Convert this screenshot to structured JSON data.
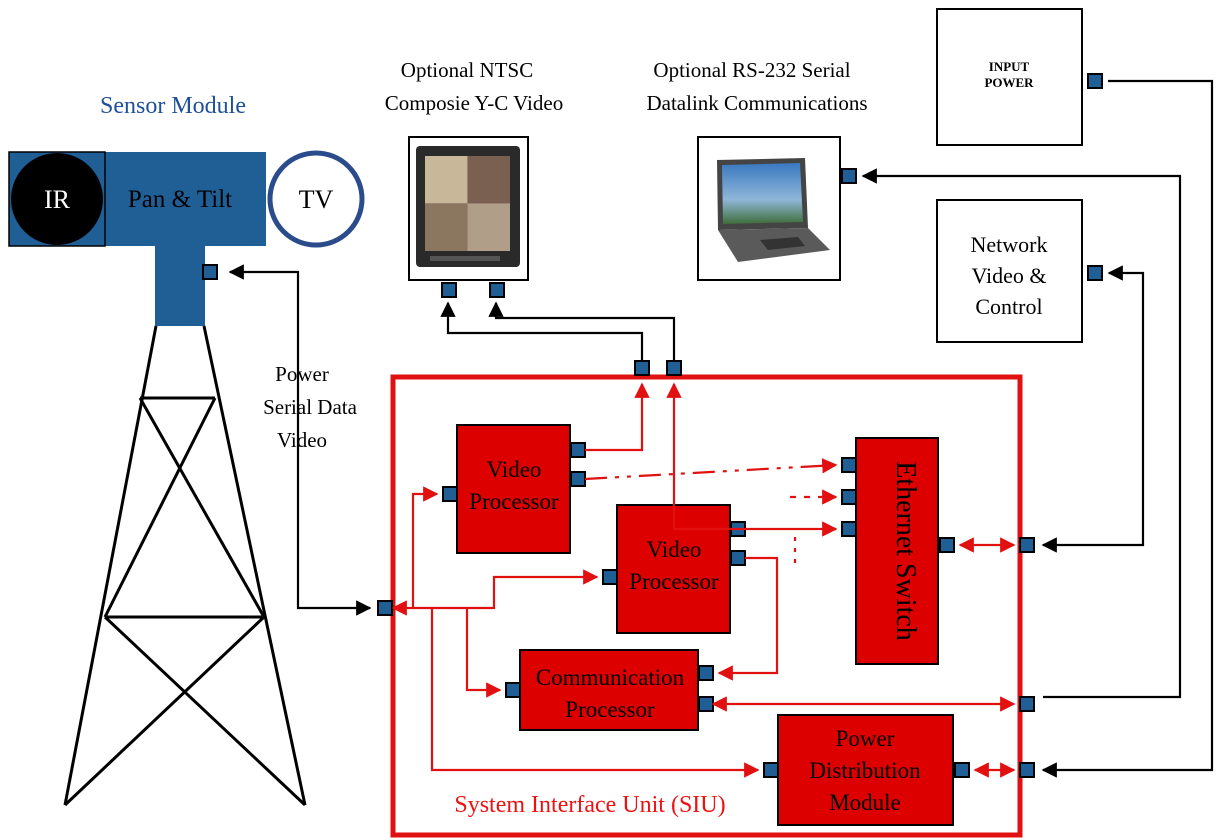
{
  "sensor_module": {
    "title": "Sensor Module",
    "ir": "IR",
    "pan_tilt": "Pan & Tilt",
    "tv": "TV"
  },
  "cable": {
    "line1": "Power",
    "line2": "Serial Data",
    "line3": "Video"
  },
  "monitor": {
    "line1": "Optional NTSC",
    "line2": "Composie Y-C Video"
  },
  "laptop": {
    "line1": "Optional RS-232 Serial",
    "line2": "Datalink Communications"
  },
  "input_power": {
    "line1": "INPUT",
    "line2": "POWER"
  },
  "network": {
    "line1": "Network",
    "line2": "Video &",
    "line3": "Control"
  },
  "siu": {
    "title": "System Interface Unit (SIU)",
    "video_proc_1": {
      "line1": "Video",
      "line2": "Processor"
    },
    "video_proc_2": {
      "line1": "Video",
      "line2": "Processor"
    },
    "comm_proc": {
      "line1": "Communication",
      "line2": "Processor"
    },
    "power_dist": {
      "line1": "Power",
      "line2": "Distribution",
      "line3": "Module"
    },
    "ethernet": "Ethernet Switch"
  },
  "colors": {
    "sensor_blue": "#1f5f96",
    "siu_red": "#e11111",
    "block_red": "#dd0000",
    "port_blue": "#1f5f96"
  }
}
